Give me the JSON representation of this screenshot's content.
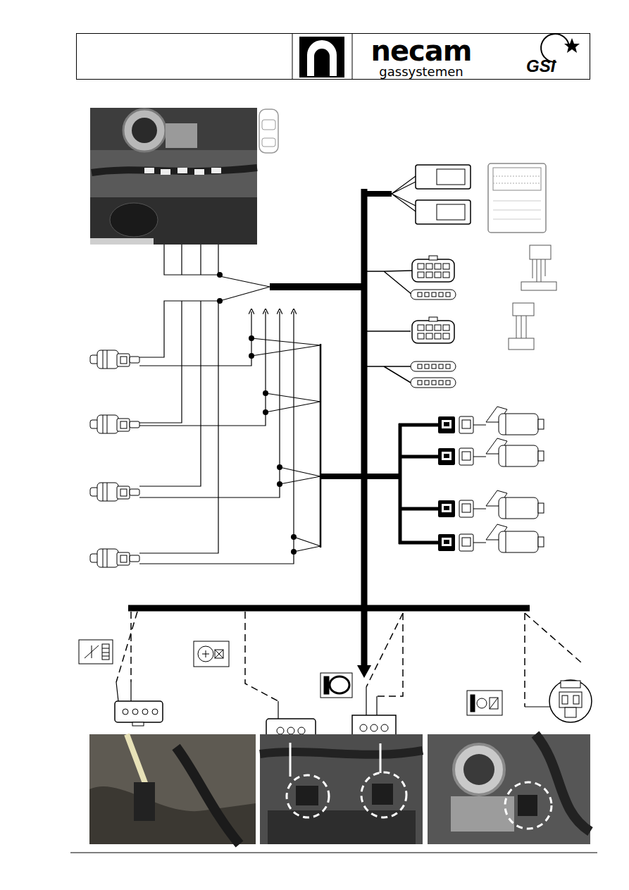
{
  "diagram": {
    "nodes": [
      {
        "text": [
          "necam",
          "gassystemen",
          "GSI"
        ]
      }
    ]
  }
}
